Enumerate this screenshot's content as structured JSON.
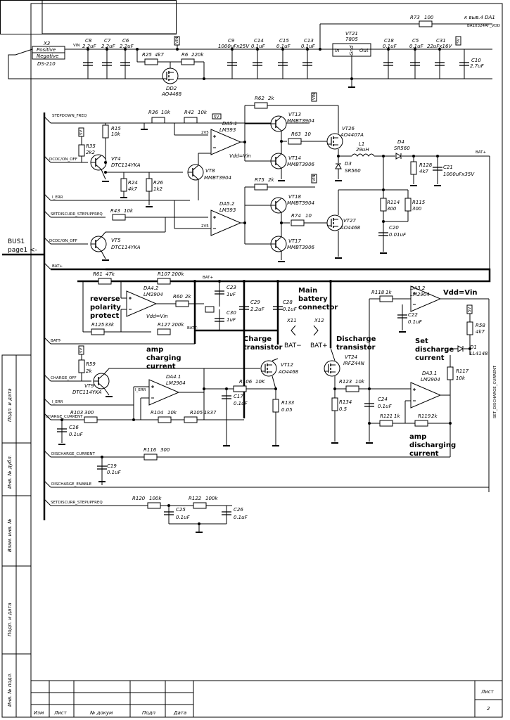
{
  "sheet": {
    "page_number": "2",
    "list_label": "Лист"
  },
  "title_block": {
    "izm": "Изм",
    "list": "Лист",
    "doc": "№ докум",
    "sign": "Подп",
    "date": "Дата"
  },
  "side_stamp": [
    "Подп. и дата",
    "Инв. № дубл.",
    "Взам. инв. №",
    "Подп. и дата",
    "Инв. № подл."
  ],
  "connector": {
    "ref": "X3",
    "pins": [
      "Positive",
      "Negative"
    ],
    "part": "DS-210"
  },
  "ref_note": {
    "to": "к выв.4 DA1",
    "net": "BA10324AF_VDD"
  },
  "bus": {
    "name": "BUS1",
    "page": "page1 <-"
  },
  "nets": {
    "vin": "VIN",
    "bat_plus": "BAT+",
    "bat_minus": "BATT-",
    "i_err": "I_ERR",
    "stepdown_freq": "STEPDOWN_FREQ",
    "dcdc_on_off": "DCDC/ON_OFF",
    "setdiscurr_stepupfreq": "SETDISCURR_STEPUPFREQ",
    "charge_off": "CHARGE_OFF",
    "charge_current": "CHARGE_CURRENT",
    "discharge_current": "DISCHARGE_CURRENT",
    "discharge_enable": "DISCHARGE_ENABLE",
    "set_discharge_current": "SET_DISCHARGE_CURRENT",
    "v5": "5V",
    "v2_5": "2V5"
  },
  "notes": {
    "reverse": [
      "reverse",
      "polarity",
      "protect"
    ],
    "amp_charging": [
      "amp",
      "charging",
      "current"
    ],
    "main_battery": [
      "Main",
      "battery",
      "connector"
    ],
    "charge_tr": [
      "Charge",
      "transistor"
    ],
    "discharge_tr": [
      "Discharge",
      "transistor"
    ],
    "set_discharge": [
      "Set",
      "discharge",
      "current"
    ],
    "amp_discharging": [
      "amp",
      "discharging",
      "current"
    ],
    "vdd": "Vdd=Vin",
    "x11": "X11",
    "x12": "X12",
    "bat_minus_conn": "BAT−",
    "bat_plus_conn": "BAT+"
  },
  "components": {
    "C8": "C8",
    "C8v": "2.2uF",
    "C7": "C7",
    "C7v": "2.2uF",
    "C6": "C6",
    "C6v": "2.2uF",
    "C9": "C9",
    "C9v": "1000uFx25V",
    "C14": "C14",
    "C14v": "0.1uF",
    "C15": "C15",
    "C15v": "0.1uF",
    "C13": "C13",
    "C13v": "0.1uF",
    "VT21": "VT21",
    "VT21v": "7805",
    "in": "In",
    "out": "Out",
    "gnd": "Gnd",
    "C18": "C18",
    "C18v": "0.1uF",
    "C5": "C5",
    "C5v": "0.1uF",
    "C31": "C31",
    "C31v": "22uFx16V",
    "C10": "C10",
    "C10v": "2.7uF",
    "R73": "R73",
    "R73v": "100",
    "R25": "R25",
    "R25v": "4k7",
    "R6": "R6",
    "R6v": "220k",
    "DD2": "DD2",
    "DD2v": "AO4468",
    "R36": "R36",
    "R36v": "10k",
    "R42": "R42",
    "R42v": "10k",
    "R15": "R15",
    "R15v": "10k",
    "R35": "R35",
    "R35v": "2k2",
    "VT4": "VT4",
    "VT4v": "DTC114YKA",
    "R24": "R24",
    "R24v": "4k7",
    "R26": "R26",
    "R26v": "1k2",
    "VT8": "VT8",
    "VT8v": "MMBT3904",
    "DA51": "DA5.1",
    "DA51v": "LM393",
    "R62": "R62",
    "R62v": "2k",
    "VT13": "VT13",
    "VT13v": "MMBT3904",
    "R63": "R63",
    "R63v": "10",
    "VT14": "VT14",
    "VT14v": "MMBT3906",
    "VT26": "VT26",
    "VT26v": "AO4407A",
    "L1": "L1",
    "L1v": "29uH",
    "D3": "D3",
    "D3v": "SR560",
    "D4": "D4",
    "D4v": "SR560",
    "R128": "R128",
    "R128v": "4k7",
    "C21": "C21",
    "C21v": "1000uFx35V",
    "R43": "R43",
    "R43v": "10k",
    "DA52": "DA5.2",
    "DA52v": "LM393",
    "R75": "R75",
    "R75v": "2k",
    "VT18": "VT18",
    "VT18v": "MMBT3904",
    "R74": "R74",
    "R74v": "10",
    "VT27": "VT27",
    "VT27v": "AO4468",
    "R114": "R114",
    "R114v": "300",
    "R115": "R115",
    "R115v": "300",
    "C20": "C20",
    "C20v": "0.01uF",
    "VT5": "VT5",
    "VT5v": "DTC114YKA",
    "VT17": "VT17",
    "VT17v": "MMBT3906",
    "R61": "R61",
    "R61v": "47k",
    "R107": "R107",
    "R107v": "200k",
    "DA42": "DA4.2",
    "DA42v": "LM2904",
    "R60": "R60",
    "R60v": "2k",
    "C23": "C23",
    "C23v": "1uF",
    "C30": "C30",
    "C30v": "1uF",
    "R125": "R125",
    "R125v": "33k",
    "R127": "R127",
    "R127v": "200k",
    "C29": "C29",
    "C29v": "2.2uF",
    "C28": "C28",
    "C28v": "0.1uF",
    "R118": "R118",
    "R118v": "1k",
    "DA32": "DA3.2",
    "DA32v": "LM2904",
    "C22": "C22",
    "C22v": "0.1uF",
    "R58": "R58",
    "R58v": "4k7",
    "D1": "D1",
    "D1v": "LL4148",
    "R59": "R59",
    "R59v": "2k",
    "VT9": "VT9",
    "VT9v": "DTC114YKA",
    "DA41": "DA4.1",
    "DA41v": "LM2904",
    "VT12": "VT12",
    "VT12v": "AO4468",
    "R106": "R106",
    "R106v": "10K",
    "C17": "C17",
    "C17v": "0.1uF",
    "R133": "R133",
    "R133v": "0.05",
    "R103": "R103",
    "R103v": "300",
    "R104": "R104",
    "R104v": "10k",
    "R105": "R105",
    "R105v": "1k37",
    "C16": "C16",
    "C16v": "0.1uF",
    "VT24": "VT24",
    "VT24v": "IRFZ44N",
    "R123": "R123",
    "R123v": "10k",
    "R134": "R134",
    "R134v": "0.5",
    "C24": "C24",
    "C24v": "0.1uF",
    "R121": "R121",
    "R121v": "1k",
    "R119": "R119",
    "R119v": "2k",
    "DA31": "DA3.1",
    "DA31v": "LM2904",
    "R117": "R117",
    "R117v": "10k",
    "R116": "R116",
    "R116v": "300",
    "C19": "C19",
    "C19v": "0.1uF",
    "R120": "R120",
    "R120v": "100k",
    "R122": "R122",
    "R122v": "100k",
    "C25": "C25",
    "C25v": "0.1uF",
    "C26": "C26",
    "C26v": "0.1uF"
  }
}
